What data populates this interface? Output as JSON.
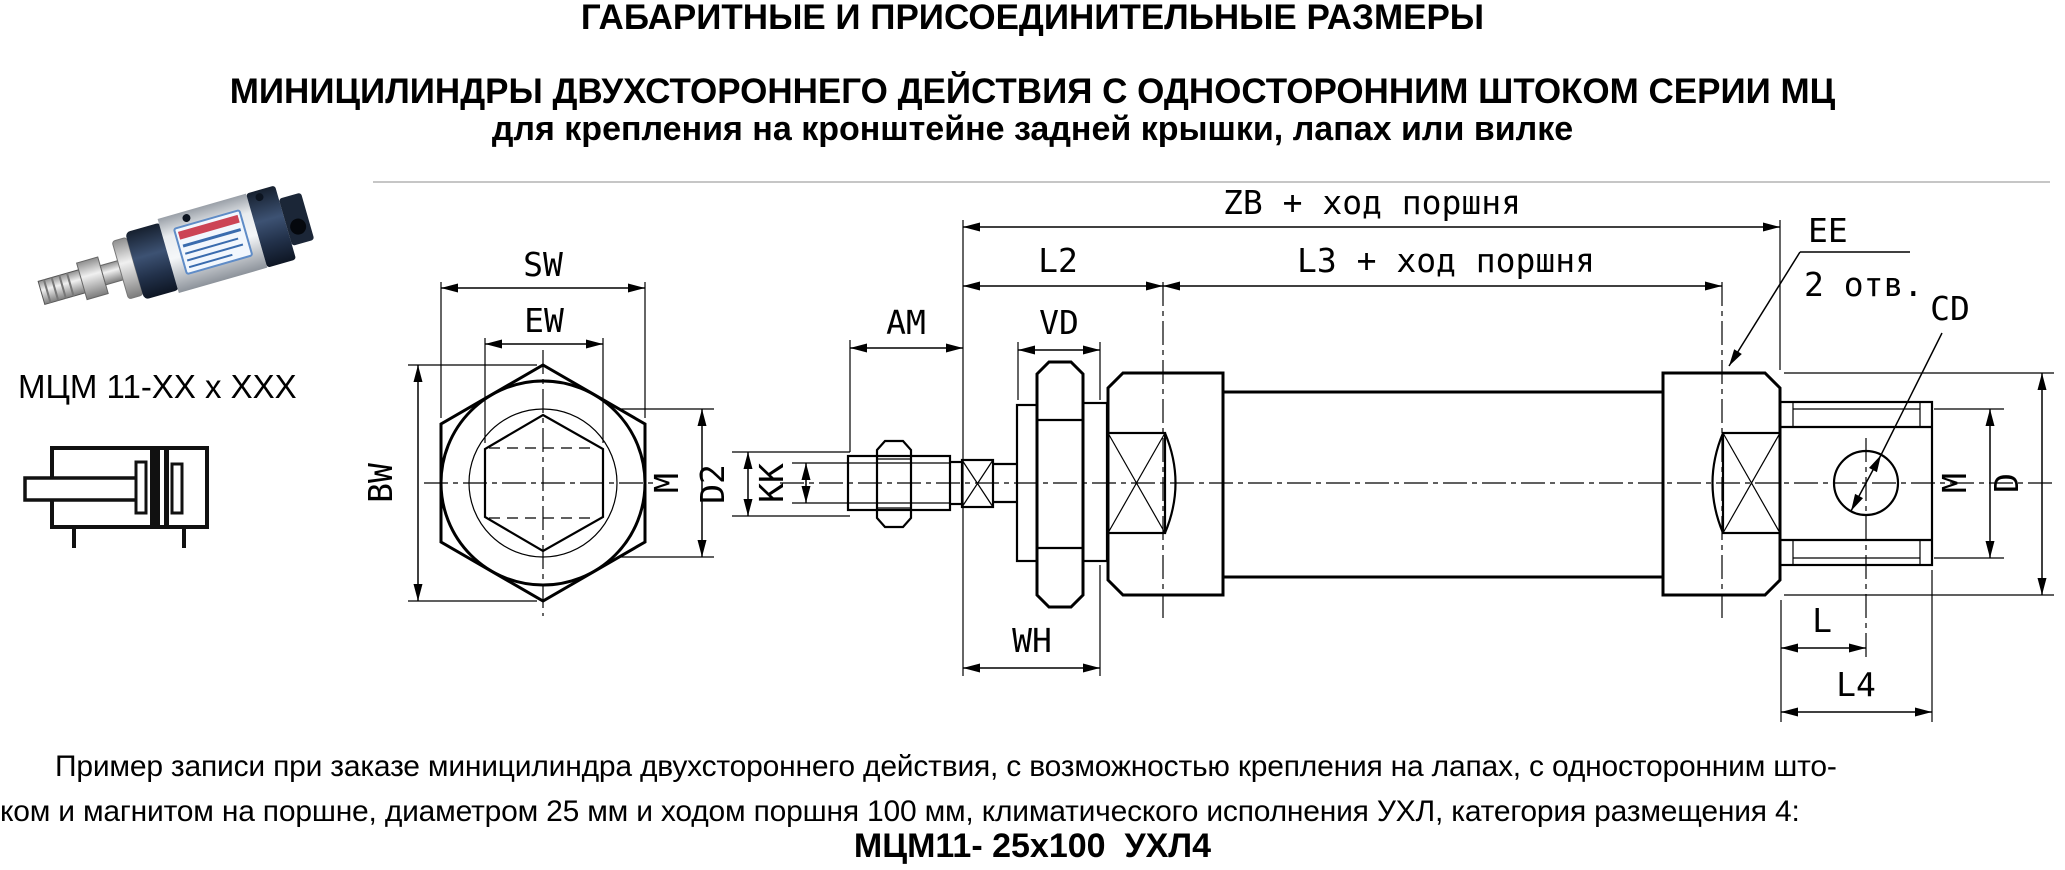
{
  "page": {
    "background": "#ffffff",
    "line_color": "#000000",
    "separator_color": "#c6c6c6"
  },
  "header": {
    "title_line1": "ГАБАРИТНЫЕ И ПРИСОЕДИНИТЕЛЬНЫЕ РАЗМЕРЫ",
    "title_line2": "МИНИЦИЛИНДРЫ ДВУХСТОРОННЕГО ДЕЙСТВИЯ С ОДНОСТОРОННИМ ШТОКОМ СЕРИИ  МЦ",
    "title_line3": "для крепления на кронштейне задней крышки, лапах или вилке"
  },
  "left_panel": {
    "model_label": "МЦМ 11-XX x XXX",
    "photo_icon": "pneumatic-mini-cylinder-photo",
    "symbol_icon": "double-acting-cylinder-schematic"
  },
  "end_view": {
    "dim_sw": "SW",
    "dim_ew": "EW",
    "dim_bw": "BW",
    "dim_m": "M"
  },
  "side_view": {
    "dim_zb": "ZB + ход поршня",
    "dim_l3": "L3 + ход поршня",
    "dim_l2": "L2",
    "dim_am": "AM",
    "dim_vd": "VD",
    "dim_d2": "D2",
    "dim_kk": "KK",
    "dim_wh": "WH",
    "dim_ee": "EE",
    "dim_ee_holes": "2 отв.",
    "dim_cd": "CD",
    "dim_m": "M",
    "dim_d": "D",
    "dim_l": "L",
    "dim_l4": "L4"
  },
  "footer": {
    "example_line1": "Пример записи при заказе миницилиндра двухстороннего действия, с возможностью крепления на лапах, с односторонним што-",
    "example_line2": "ком и магнитом на поршне, диаметром 25 мм и ходом поршня 100 мм, климатического исполнения УХЛ, категория размещения 4:",
    "order_code": "МЦМ11- 25x100  УХЛ4"
  }
}
